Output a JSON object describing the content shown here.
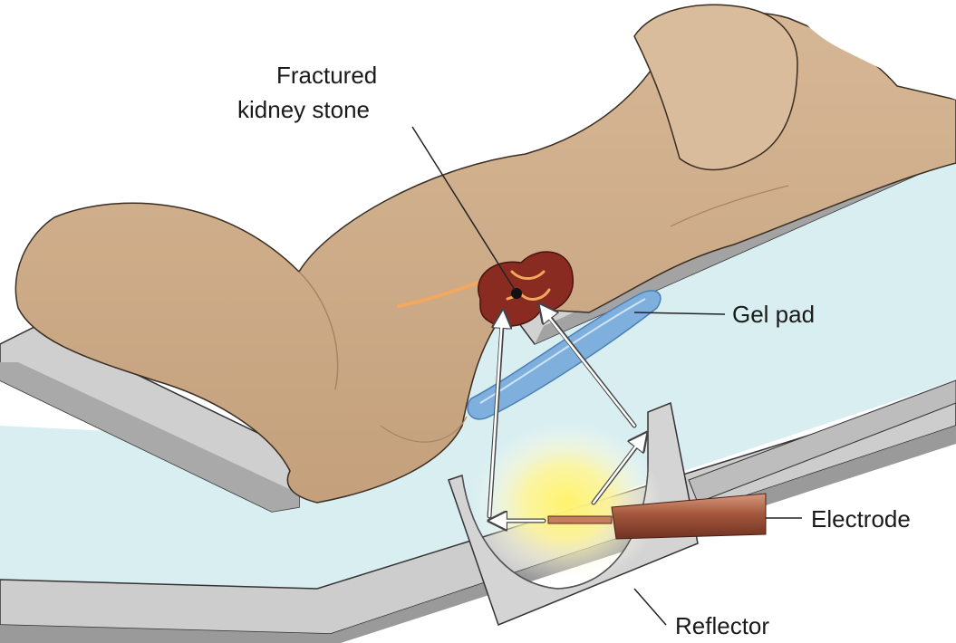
{
  "labels": {
    "stone_line1": "Fractured",
    "stone_line2": "kidney stone",
    "gel_pad": "Gel pad",
    "electrode": "Electrode",
    "reflector": "Reflector"
  },
  "colors": {
    "skin": "#d2b18f",
    "skin_shadow": "#b99472",
    "water": "#d8eef1",
    "tub": "#c9c9c9",
    "tub_dark": "#8f8f8f",
    "gel": "#7fb0dd",
    "kidney": "#8a2b22",
    "ureter": "#f2a85e",
    "electrode": "#a4573d",
    "glow": "#fff36b",
    "reflector": "#d4d4d4"
  },
  "icons": {
    "kidney": "kidney-icon",
    "electrode": "electrode-icon",
    "reflector": "reflector-icon"
  }
}
